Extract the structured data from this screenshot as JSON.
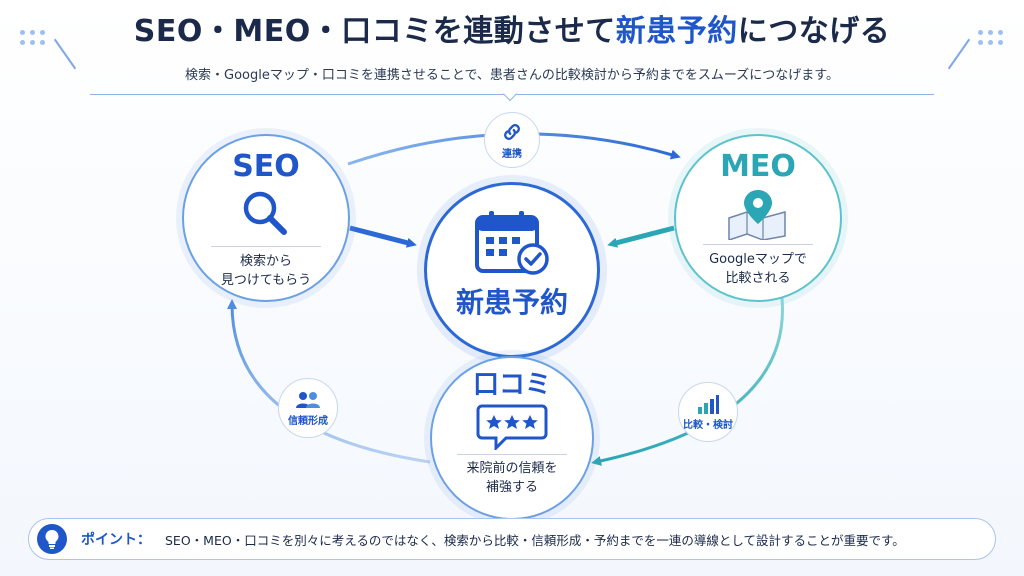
{
  "header": {
    "title_part1": "SEO・MEO・口コミを連動させて",
    "title_accent": "新患予約",
    "title_part2": "につなげる",
    "subtitle": "検索・Googleマップ・口コミを連携させることで、患者さんの比較検討から予約までをスムーズにつなげます。"
  },
  "nodes": {
    "seo": {
      "title": "SEO",
      "desc_line1": "検索から",
      "desc_line2": "見つけてもらう",
      "icon": "search-icon"
    },
    "meo": {
      "title": "MEO",
      "desc_line1": "Googleマップで",
      "desc_line2": "比較される",
      "icon": "map-pin-icon"
    },
    "center": {
      "title": "新患予約",
      "icon": "calendar-check-icon"
    },
    "kuchikomi": {
      "title": "口コミ",
      "desc_line1": "来院前の信頼を",
      "desc_line2": "補強する",
      "icon": "review-stars-icon"
    }
  },
  "links": {
    "renkei": {
      "label": "連携",
      "icon": "link-icon"
    },
    "hikaku": {
      "label": "比較・検討",
      "icon": "bar-chart-icon"
    },
    "shinrai": {
      "label": "信頼形成",
      "icon": "people-icon"
    }
  },
  "point": {
    "label": "ポイント：",
    "text": "SEO・MEO・口コミを別々に考えるのではなく、検索から比較・信頼形成・予約までを一連の導線として設計することが重要です。",
    "icon": "lightbulb-icon"
  },
  "colors": {
    "primary_blue": "#1f56c9",
    "light_blue": "#6aa0e6",
    "teal": "#3bb4c1",
    "dark_text": "#1b2a4a"
  }
}
